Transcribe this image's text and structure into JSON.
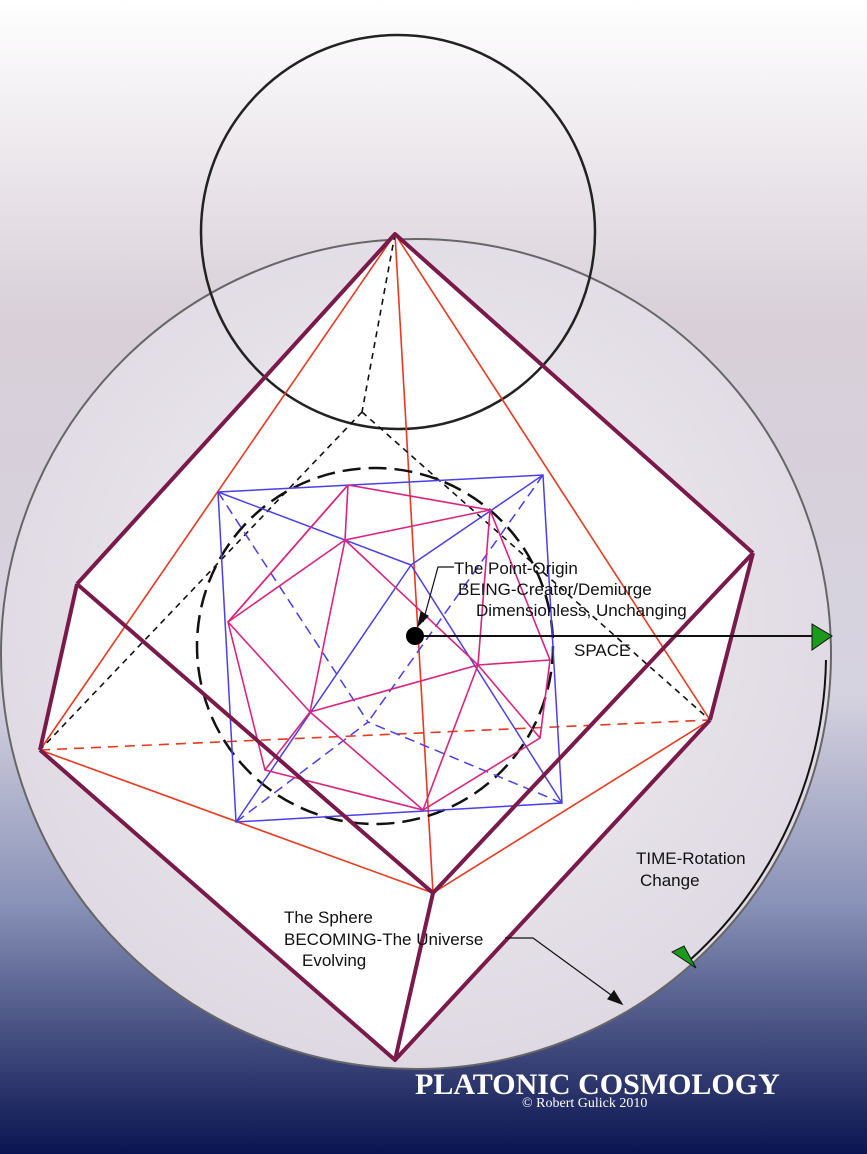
{
  "labels": {
    "origin_line1": "The Point-Origin",
    "origin_line2": "BEING-Creator/Demiurge",
    "origin_line3": "Dimensionless, Unchanging",
    "space": "SPACE",
    "time_line1": "TIME-Rotation",
    "time_line2": "Change",
    "sphere_line1": "The Sphere",
    "sphere_line2": "BECOMING-The Universe",
    "sphere_line3": "Evolving"
  },
  "title": "PLATONIC COSMOLOGY",
  "credit": "©  Robert Gulick 2010",
  "colors": {
    "background_top": "#e6e1ea",
    "background_mid": "#cfc6d3",
    "background_bottom": "#0a1450",
    "octahedron_outline": "#7a1a4a",
    "tetrahedron_red": "#e8391f",
    "cube_blue": "#4a3ee8",
    "icosahedron_magenta": "#d8247e",
    "arrow_green": "#1c9a1c"
  }
}
